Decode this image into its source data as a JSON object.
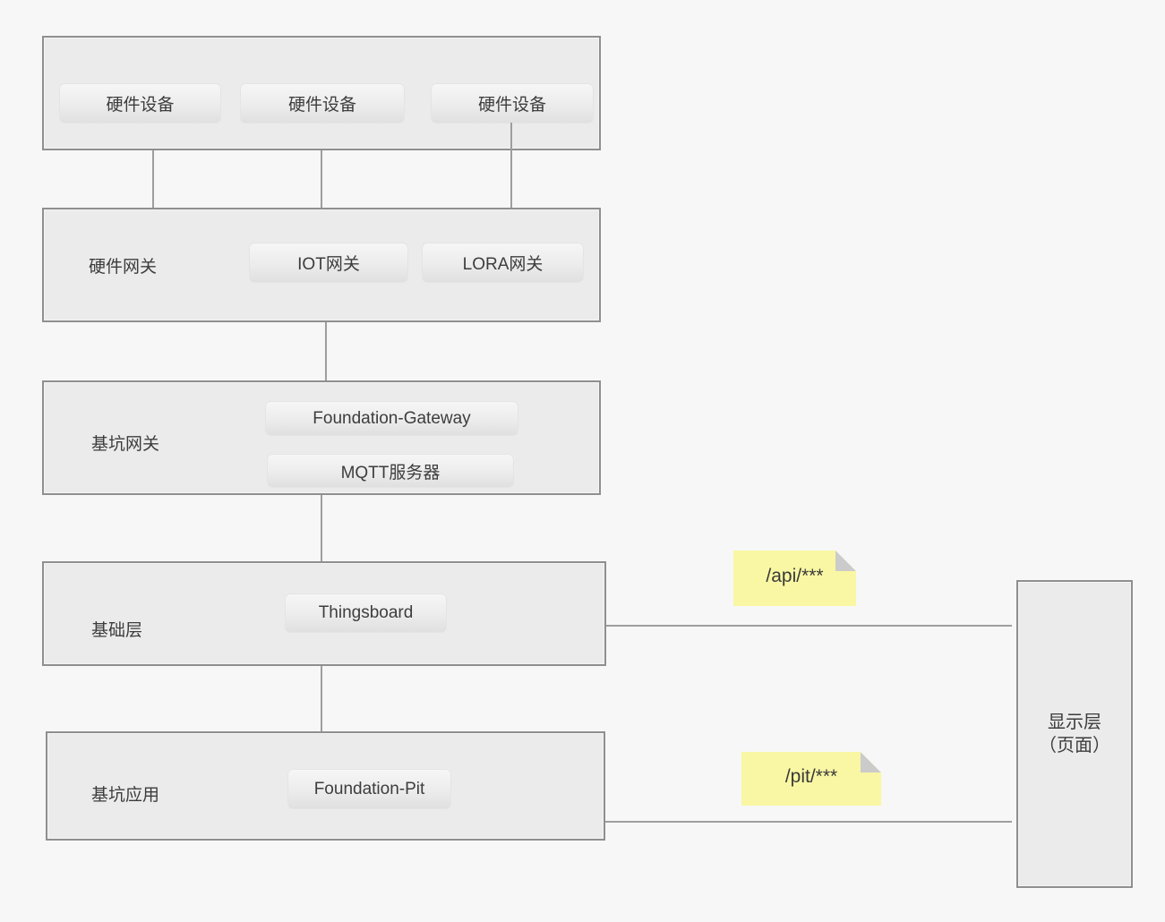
{
  "diagram": {
    "devices_group": {
      "buttons": [
        "硬件设备",
        "硬件设备",
        "硬件设备"
      ]
    },
    "hardware_gateway_group": {
      "label": "硬件网关",
      "buttons": [
        "IOT网关",
        "LORA网关"
      ]
    },
    "pit_gateway_group": {
      "label": "基坑网关",
      "buttons": [
        "Foundation-Gateway",
        "MQTT服务器"
      ]
    },
    "base_layer_group": {
      "label": "基础层",
      "buttons": [
        "Thingsboard"
      ]
    },
    "pit_app_group": {
      "label": "基坑应用",
      "buttons": [
        "Foundation-Pit"
      ]
    },
    "display_layer_box": {
      "line1": "显示层",
      "line2": "（页面）"
    },
    "notes": {
      "api": "/api/***",
      "pit": "/pit/***"
    },
    "colors": {
      "background": "#f7f7f7",
      "box_fill": "#ebebeb",
      "box_border": "#8f8f8f",
      "connector": "#9e9e9e",
      "note_fill": "#f9f7a3",
      "note_fold": "#cbcbcb",
      "text": "#3c3c3c"
    }
  }
}
